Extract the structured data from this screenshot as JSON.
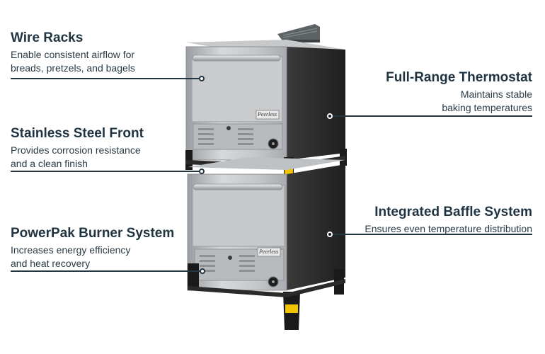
{
  "callouts": {
    "wire_racks": {
      "title": "Wire Racks",
      "lines": [
        "Enable consistent airflow for",
        "breads, pretzels, and bagels"
      ]
    },
    "stainless_front": {
      "title": "Stainless Steel Front",
      "lines": [
        "Provides corrosion resistance",
        "and a clean finish"
      ]
    },
    "powerpak": {
      "title": "PowerPak Burner System",
      "lines": [
        "Increases energy efficiency",
        "and heat recovery"
      ]
    },
    "thermostat": {
      "title": "Full-Range Thermostat",
      "lines": [
        "Maintains stable",
        "baking temperatures"
      ]
    },
    "baffle": {
      "title": "Integrated Baffle System",
      "lines": [
        "Ensures even temperature distribution"
      ]
    }
  },
  "brand": {
    "badge_text": "Peerless"
  },
  "colors": {
    "ink": "#243642",
    "steel": "#b9bcbf",
    "body": "#2b2b2b",
    "accent_foot": "#f2c300"
  }
}
